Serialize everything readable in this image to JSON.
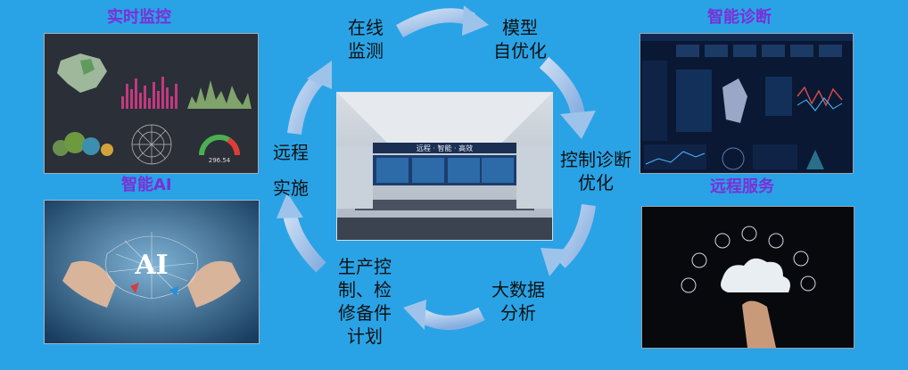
{
  "panels": {
    "realtime_monitor": "实时监控",
    "smart_diagnosis": "智能诊断",
    "smart_ai": "智能AI",
    "remote_service": "远程服务"
  },
  "cycle_steps": {
    "online_monitoring": [
      "在线",
      "监测"
    ],
    "model_self_optimization": [
      "模型",
      "自优化"
    ],
    "control_diagnosis_optimization": [
      "控制诊断",
      "优化"
    ],
    "big_data_analysis": [
      "大数据",
      "分析"
    ],
    "production_plan": [
      "生产控",
      "制、检",
      "修备件",
      "计划"
    ],
    "remote_implementation": [
      "远程",
      "实施"
    ]
  },
  "images": {
    "control_room_banner": "远程 · 智能 · 高效",
    "ai_text": "AI",
    "gauge_value": "296.54"
  },
  "colors": {
    "background": "#29a3e6",
    "title": "#7c2fd6",
    "arrow": "#9ec3ea"
  }
}
